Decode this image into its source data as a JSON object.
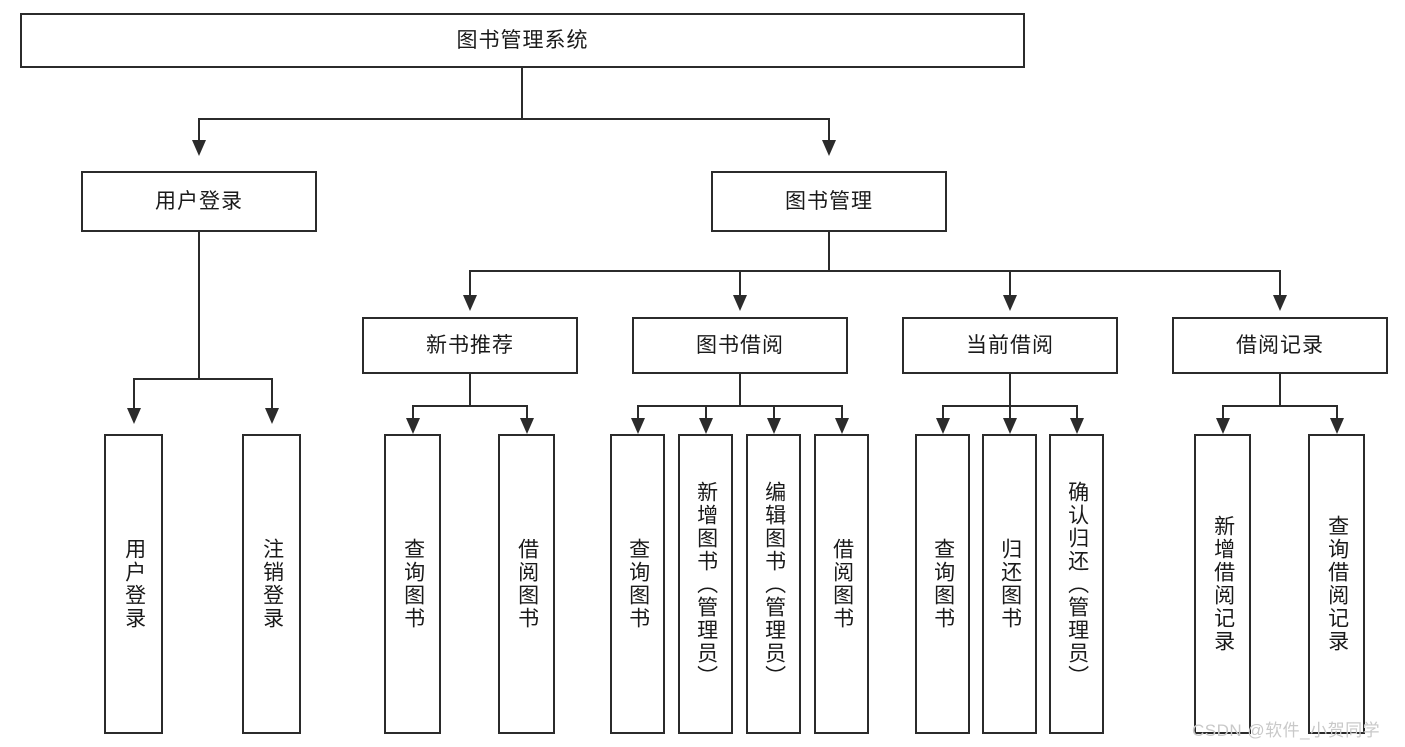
{
  "diagram": {
    "type": "tree",
    "title_node": {
      "label": "图书管理系统"
    },
    "level2": [
      {
        "id": "user-login",
        "label": "用户登录"
      },
      {
        "id": "book-management",
        "label": "图书管理"
      }
    ],
    "level3": [
      {
        "id": "new-book-recommend",
        "label": "新书推荐"
      },
      {
        "id": "book-borrow",
        "label": "图书借阅"
      },
      {
        "id": "current-borrow",
        "label": "当前借阅"
      },
      {
        "id": "borrow-record",
        "label": "借阅记录"
      }
    ],
    "leaves": {
      "user_login": [
        {
          "id": "leaf-user-login",
          "label": "用户登录"
        },
        {
          "id": "leaf-logout",
          "label": "注销登录"
        }
      ],
      "new_book_recommend": [
        {
          "id": "leaf-query-book-1",
          "label": "查询图书"
        },
        {
          "id": "leaf-borrow-book-1",
          "label": "借阅图书"
        }
      ],
      "book_borrow": [
        {
          "id": "leaf-query-book-2",
          "label": "查询图书"
        },
        {
          "id": "leaf-add-book",
          "label": "新增图书（管理员）"
        },
        {
          "id": "leaf-edit-book",
          "label": "编辑图书（管理员）"
        },
        {
          "id": "leaf-borrow-book-2",
          "label": "借阅图书"
        }
      ],
      "current_borrow": [
        {
          "id": "leaf-query-book-3",
          "label": "查询图书"
        },
        {
          "id": "leaf-return-book",
          "label": "归还图书"
        },
        {
          "id": "leaf-confirm-return",
          "label": "确认归还（管理员）"
        }
      ],
      "borrow_record": [
        {
          "id": "leaf-add-record",
          "label": "新增借阅记录"
        },
        {
          "id": "leaf-query-record",
          "label": "查询借阅记录"
        }
      ]
    }
  },
  "watermark": {
    "text": "CSDN @软件_小贺同学"
  },
  "colors": {
    "stroke": "#2b2b2b",
    "fill": "#ffffff",
    "text": "#1a1a1a",
    "watermark": "#c9c9c9"
  }
}
